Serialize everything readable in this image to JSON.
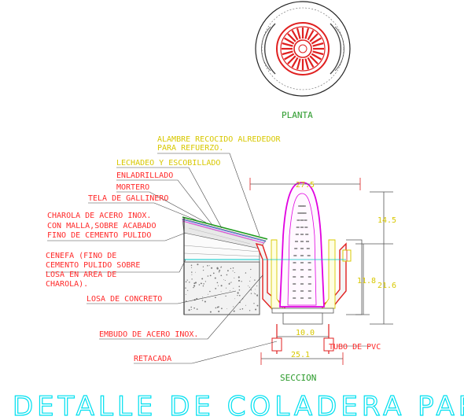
{
  "captions": {
    "plan": "PLANTA",
    "section": "SECCION"
  },
  "title": "DETALLE DE COLADERA PARA AZOTEA",
  "labels": {
    "alambre_1": "ALAMBRE RECOCIDO ALREDEDOR",
    "alambre_2": "PARA REFUERZO.",
    "lechadeo": "LECHADEO Y ESCOBILLADO",
    "enladrillado": "ENLADRILLADO",
    "mortero": "MORTERO",
    "tela": "TELA DE GALLINERO",
    "charola_1": "CHAROLA DE ACERO INOX.",
    "charola_2": "CON MALLA,SOBRE ACABADO",
    "charola_3": "FINO DE CEMENTO PULIDO",
    "cenefa_1": "CENEFA (FINO DE",
    "cenefa_2": "CEMENTO PULIDO SOBRE",
    "cenefa_3": "LOSA EN AREA DE",
    "cenefa_4": "CHAROLA).",
    "losa": "LOSA DE CONCRETO",
    "embudo": "EMBUDO DE ACERO INOX.",
    "retacada": "RETACADA",
    "tubo": "TUBO DE PVC"
  },
  "dimensions": {
    "top_width": "27.5",
    "upper_height": "14.5",
    "inner_height": "11.8",
    "total_height": "21.6",
    "pipe_width": "10.0",
    "base_width": "25.1"
  },
  "colors": {
    "labels": "#ff2a2a",
    "dimensions": "#d8c800",
    "title": "#00e0f0",
    "captions": "#2a9a2a",
    "grate": "#e000e0"
  }
}
